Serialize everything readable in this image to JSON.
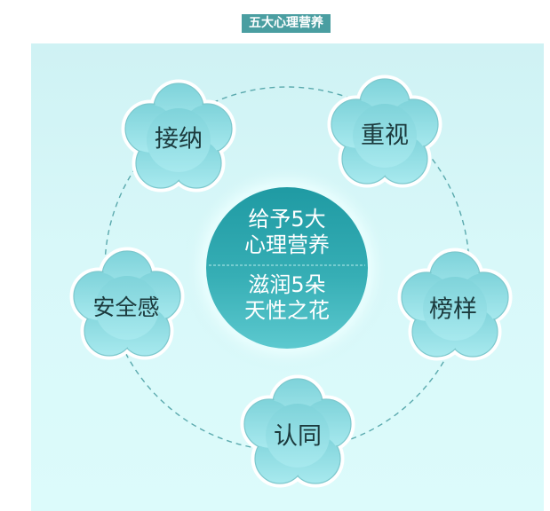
{
  "title": "五大心理营养",
  "center": {
    "top_line1": "给予5大",
    "top_line2": "心理营养",
    "bottom_line1": "滋润5朵",
    "bottom_line2": "天性之花"
  },
  "flowers": [
    {
      "label": "接纳"
    },
    {
      "label": "重视"
    },
    {
      "label": "榜样"
    },
    {
      "label": "认同"
    },
    {
      "label": "安全感"
    }
  ],
  "colors": {
    "title_bg": "#4a9ea1",
    "panel_bg": "#d3f5f6",
    "center_circle": "#2aa5ad",
    "flower_fill": "#8fdde3",
    "label_text": "#1c3a3d"
  }
}
